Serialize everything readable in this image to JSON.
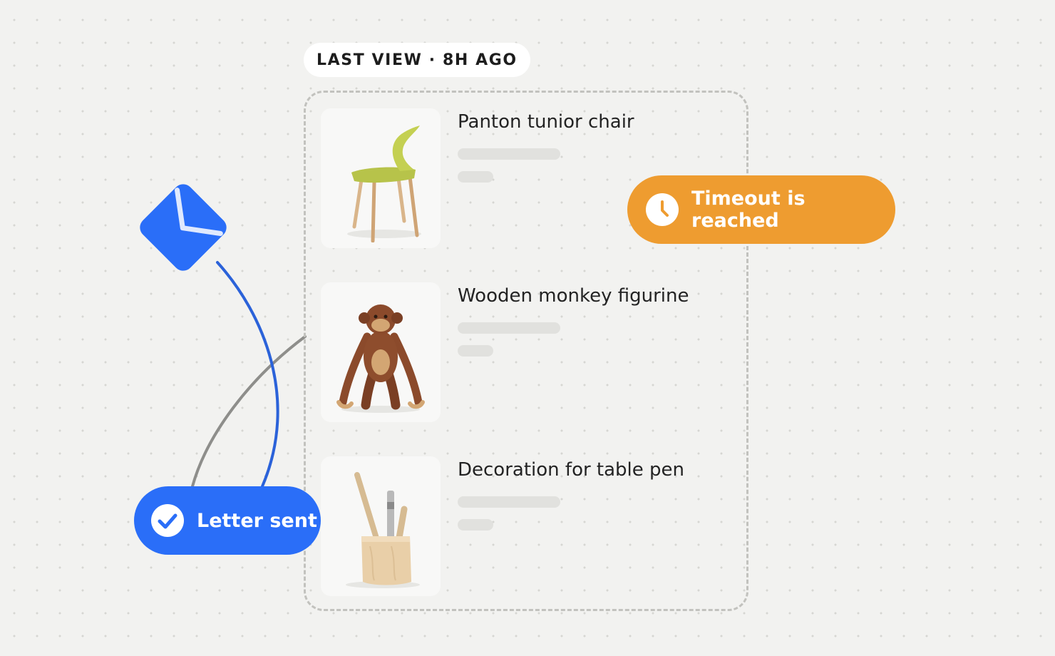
{
  "badge": {
    "text": "LAST VIEW · 8H AGO"
  },
  "products": [
    {
      "name": "Panton tunior chair",
      "image_icon": "chair-icon"
    },
    {
      "name": "Wooden monkey figurine",
      "image_icon": "monkey-figurine-icon"
    },
    {
      "name": "Decoration for table pen",
      "image_icon": "pen-holder-icon"
    }
  ],
  "timeout_pill": {
    "label": "Timeout is reached",
    "icon": "clock-icon",
    "color": "#ee9c30"
  },
  "letter_pill": {
    "label": "Letter sent",
    "icon": "check-icon",
    "color": "#2a6ef8"
  },
  "envelope": {
    "icon": "envelope-icon",
    "color": "#2a6ef8"
  }
}
